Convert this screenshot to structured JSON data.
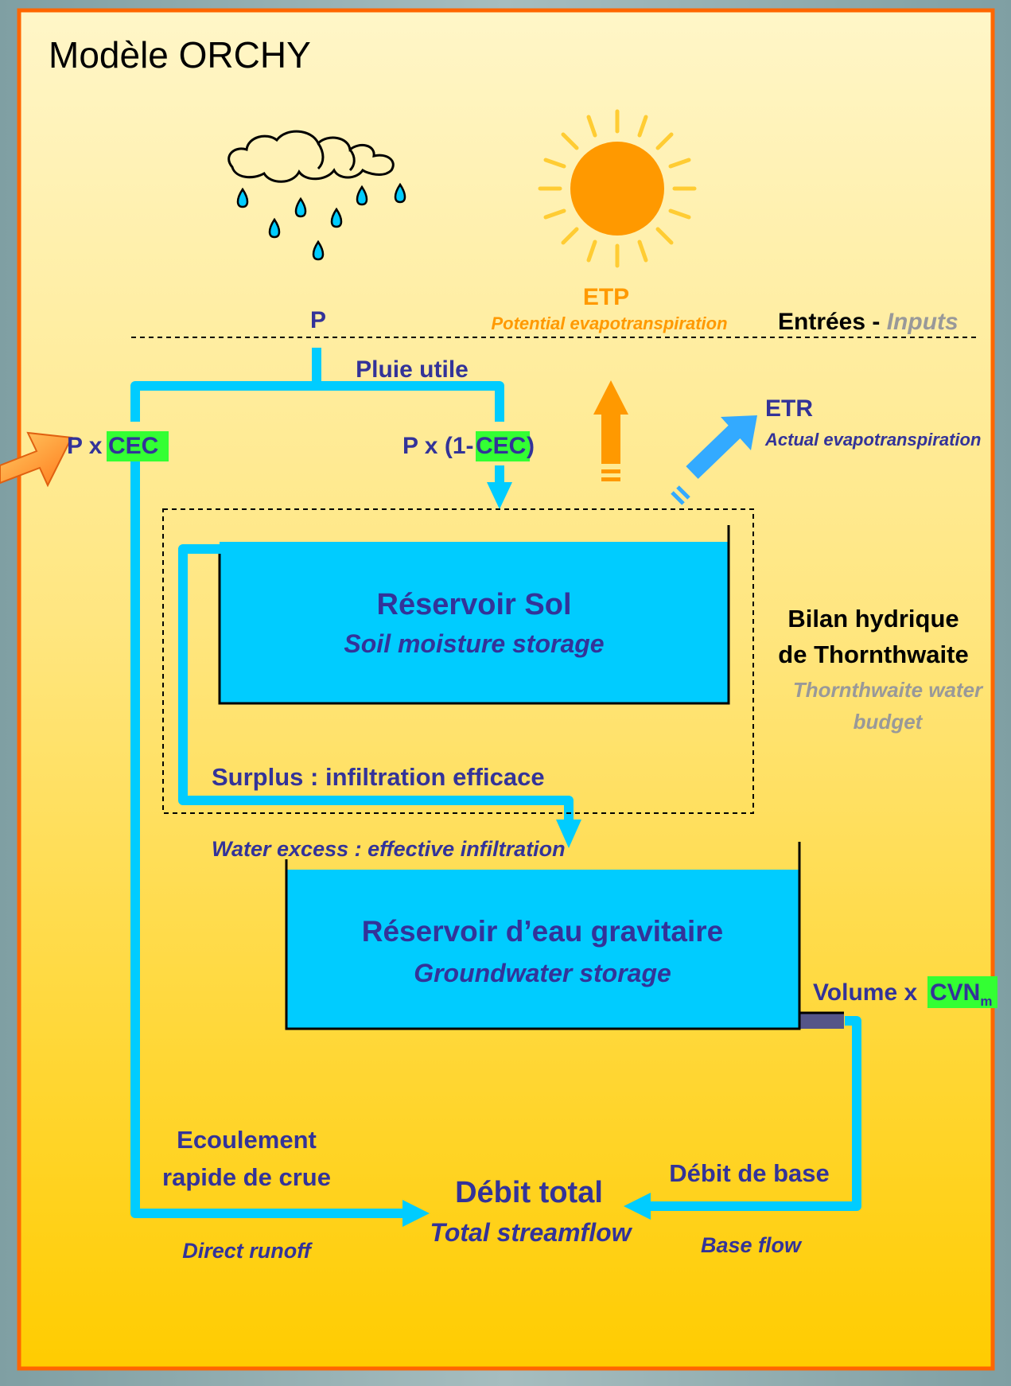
{
  "title": "Modèle ORCHY",
  "inputs": {
    "p": "P",
    "etp": "ETP",
    "etp_en": "Potential evapotranspiration",
    "header_fr": "Entrées - ",
    "header_en": "Inputs"
  },
  "flows": {
    "pluie_utile": "Pluie utile",
    "p_x": "P x",
    "cec": "CEC",
    "p_x_1": "P x (1-",
    "close_paren": ")",
    "etr": "ETR",
    "etr_en": "Actual evapotranspiration",
    "surplus_fr": "Surplus : infiltration efficace",
    "surplus_en": "Water excess : effective infiltration",
    "volume_x": "Volume x",
    "cvn": "CVN",
    "cvn_sub": "m"
  },
  "soil_reservoir": {
    "title_fr": "Réservoir Sol",
    "title_en": "Soil moisture storage"
  },
  "bilan": {
    "line1": "Bilan hydrique",
    "line2": "de Thornthwaite",
    "en1": "Thornthwaite water",
    "en2": "budget"
  },
  "groundwater_reservoir": {
    "title_fr": "Réservoir d’eau gravitaire",
    "title_en": "Groundwater storage"
  },
  "outputs": {
    "runoff_fr1": "Ecoulement",
    "runoff_fr2": "rapide de crue",
    "runoff_en": "Direct runoff",
    "total_fr": "Débit total",
    "total_en": "Total streamflow",
    "base_fr": "Débit de base",
    "base_en": "Base flow"
  },
  "colors": {
    "water": "#00ccff",
    "navy_text": "#333399",
    "etp_orange": "#ff9900",
    "cec_highlight": "#33ff33",
    "frame_orange": "#ff6600",
    "sun": "#ff9900"
  }
}
